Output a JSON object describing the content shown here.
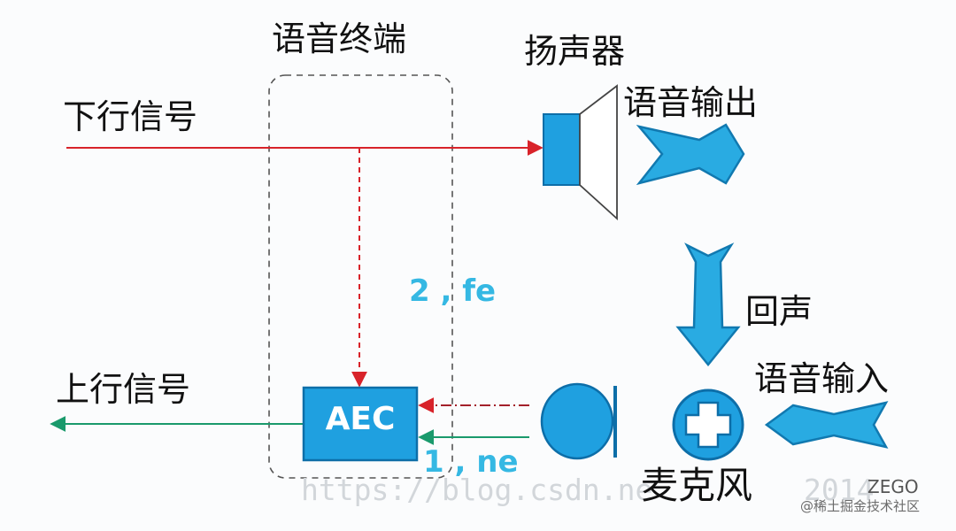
{
  "labels": {
    "terminal": "语音终端",
    "speaker": "扬声器",
    "downlink": "下行信号",
    "uplink": "上行信号",
    "voice_out": "语音输出",
    "echo": "回声",
    "voice_in": "语音输入",
    "microphone": "麦克风",
    "aec": "AEC",
    "fe_signal": "2 , fe",
    "ne_signal": "1 , ne"
  },
  "watermark": {
    "url": "https://blog.csdn.ne",
    "fragment": "2014",
    "brand": "ZEGO",
    "credit": "@稀土掘金技术社区"
  },
  "colors": {
    "downlink": "#d8232a",
    "uplink": "#1a9a6c",
    "block_fill": "#1fa0e0",
    "block_stroke": "#0d6ea8",
    "accent_text": "#35b8e3",
    "echo_arrow_dash": "#a3202a"
  }
}
